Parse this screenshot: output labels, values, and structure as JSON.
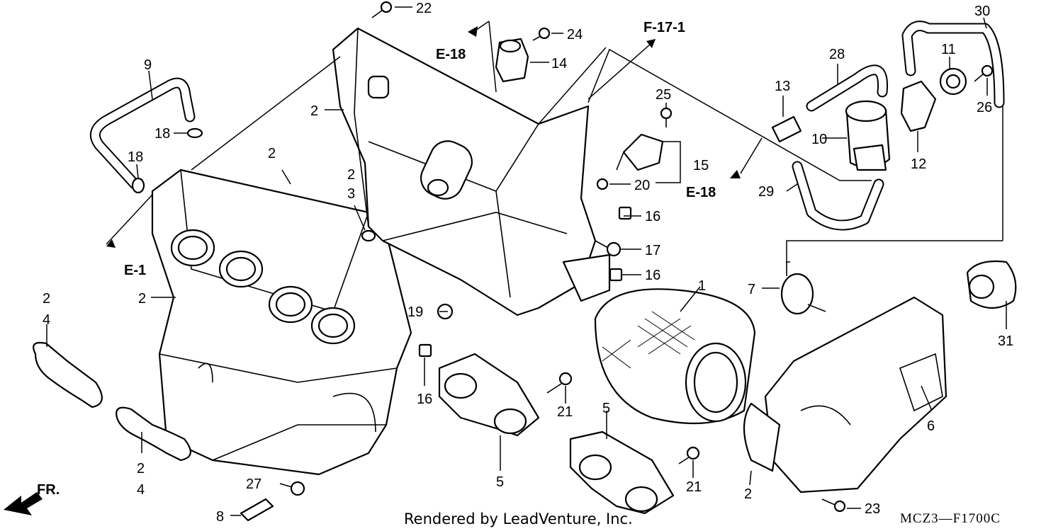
{
  "callouts": {
    "c1": "1",
    "c2a": "2",
    "c2b": "2",
    "c2c": "2",
    "c2d": "2",
    "c2e": "2",
    "c2f": "2",
    "c2g": "2",
    "c3": "3",
    "c4a": "4",
    "c4b": "4",
    "c5a": "5",
    "c5b": "5",
    "c6": "6",
    "c7": "7",
    "c8": "8",
    "c9": "9",
    "c10": "10",
    "c11": "11",
    "c12": "12",
    "c13": "13",
    "c14": "14",
    "c15": "15",
    "c16a": "16",
    "c16b": "16",
    "c16c": "16",
    "c17": "17",
    "c18a": "18",
    "c18b": "18",
    "c19": "19",
    "c20": "20",
    "c21a": "21",
    "c21b": "21",
    "c22": "22",
    "c23": "23",
    "c24": "24",
    "c25": "25",
    "c26": "26",
    "c27": "27",
    "c28": "28",
    "c29": "29",
    "c30": "30",
    "c31": "31"
  },
  "references": {
    "e18_top": "E-18",
    "e18_right": "E-18",
    "f17": "F-17-1",
    "e1": "E-1"
  },
  "front_marker": "FR.",
  "footer": {
    "rendered_by": "Rendered by LeadVenture, Inc.",
    "diagram_code": "MCZ3—F1700C"
  }
}
